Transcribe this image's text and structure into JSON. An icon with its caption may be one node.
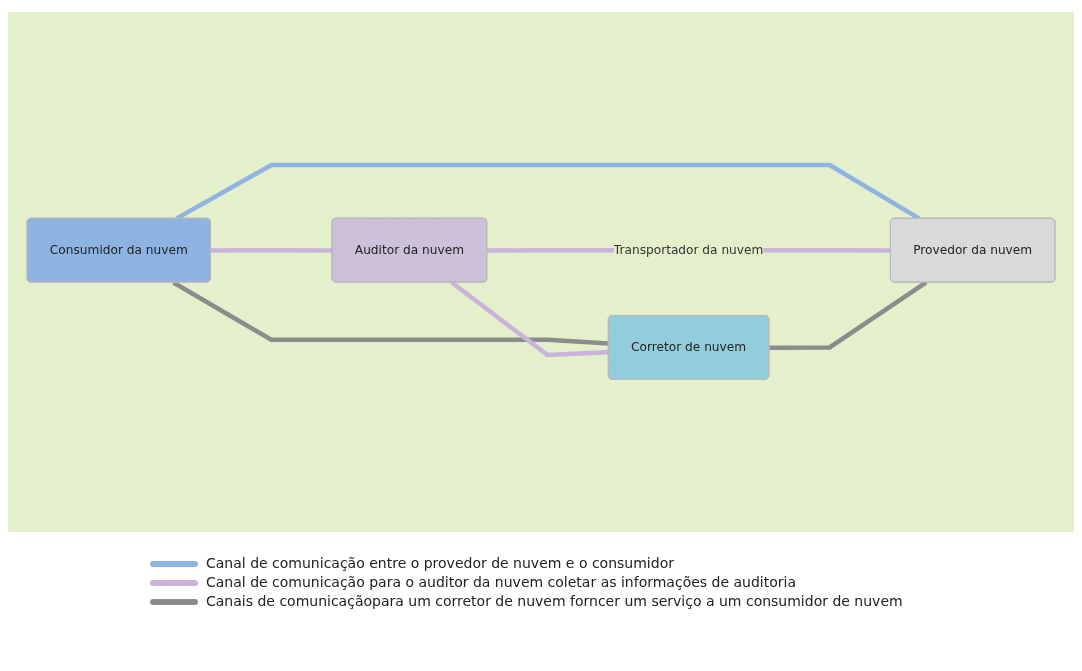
{
  "diagram": {
    "nodes": [
      {
        "text": [
          "Consumidor da nuvem"
        ]
      },
      {
        "text": [
          "Auditor da nuvem"
        ]
      },
      {
        "text": [
          "Corretor de nuvem"
        ]
      },
      {
        "text": [
          "Provedor da nuvem"
        ]
      }
    ],
    "edges": [
      {
        "from": 0,
        "to": 1,
        "arrow": "none"
      },
      {
        "from": 0,
        "to": 2,
        "arrow": "none",
        "color": "#8c8c8c"
      },
      {
        "from": 0,
        "to": 3,
        "arrow": "none",
        "color": "#8fb4e3"
      },
      {
        "from": 1,
        "to": 2,
        "arrow": "none"
      },
      {
        "from": 1,
        "to": 3,
        "arrow": "none",
        "label": "Transportador da nuvem"
      },
      {
        "from": 2,
        "to": 3,
        "arrow": "none",
        "color": "#8c8c8c"
      }
    ],
    "legend": [
      {
        "text": "Canal de comunicação entre o provedor de nuvem e o consumidor",
        "color": "#8fb4e3"
      },
      {
        "text": "Canal de comunicação para o auditor da nuvem coletar as informações de auditoria",
        "color": "#c9b3dc"
      },
      {
        "text": "Canais de comunicaçãopara um corretor de nuvem forncer um serviço a um consumidor de nuvem",
        "color": "#8c8c8c"
      }
    ]
  }
}
